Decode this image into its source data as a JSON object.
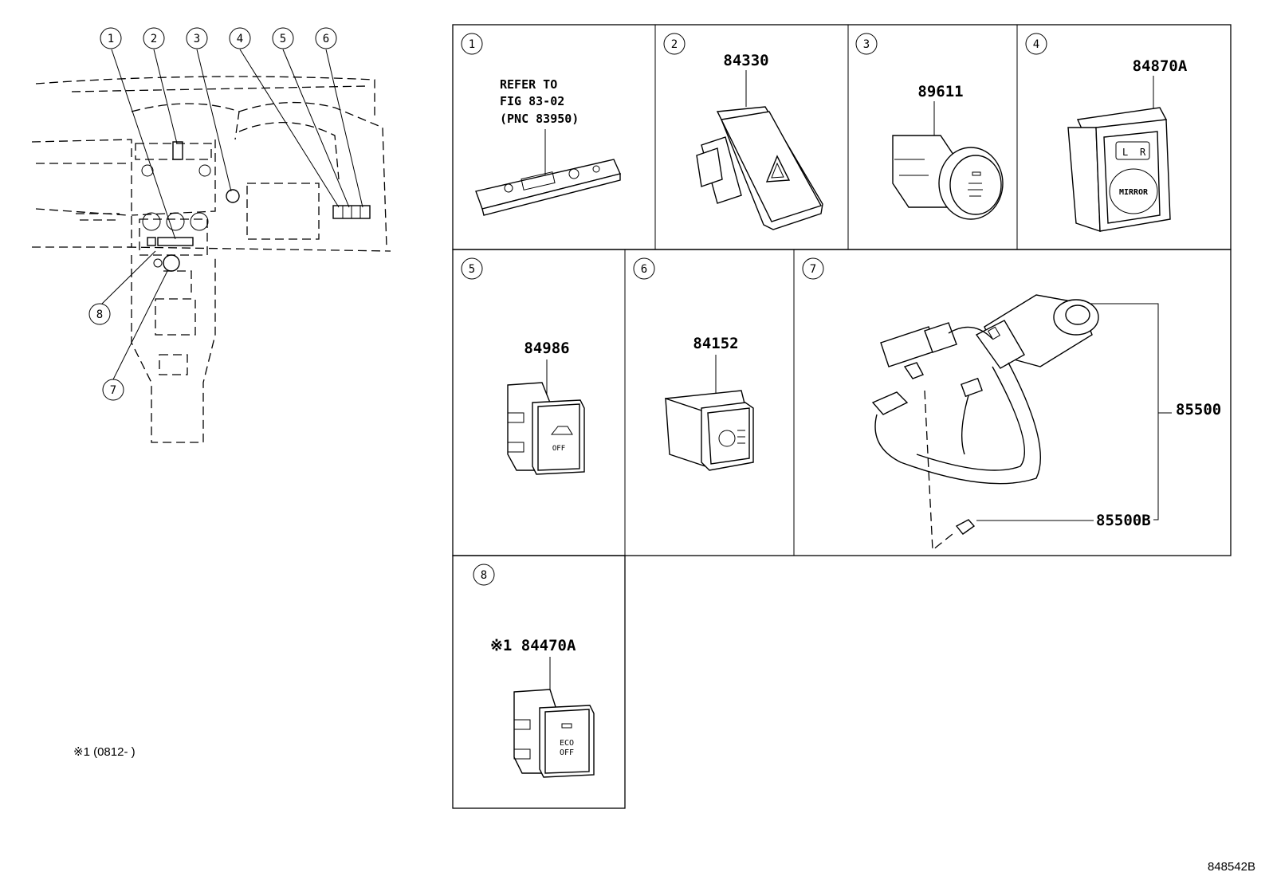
{
  "callouts": {
    "c1": "1",
    "c2": "2",
    "c3": "3",
    "c4": "4",
    "c5": "5",
    "c6": "6",
    "c7": "7",
    "c8": "8"
  },
  "panels": {
    "p1": {
      "num": "1",
      "ref1": "REFER TO",
      "ref2": "FIG 83-02",
      "ref3": "(PNC 83950)"
    },
    "p2": {
      "num": "2",
      "part": "84330"
    },
    "p3": {
      "num": "3",
      "part": "89611"
    },
    "p4": {
      "num": "4",
      "part": "84870A",
      "mirror_label": "MIRROR",
      "l_label": "L",
      "r_label": "R"
    },
    "p5": {
      "num": "5",
      "part": "84986",
      "off_label": "OFF"
    },
    "p6": {
      "num": "6",
      "part": "84152"
    },
    "p7": {
      "num": "7",
      "part_a": "85500",
      "part_b": "85500B"
    },
    "p8": {
      "num": "8",
      "part": "※1 84470A",
      "eco_label": "ECO",
      "off_label": "OFF"
    }
  },
  "footnote": "※1 (0812-    )",
  "diagram_id": "848542B"
}
